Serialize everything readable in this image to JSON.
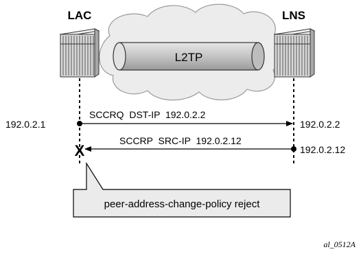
{
  "nodes": {
    "lac": {
      "label": "LAC",
      "ip": "192.0.2.1"
    },
    "lns": {
      "label": "LNS",
      "ip_1": "192.0.2.2",
      "ip_2": "192.0.2.12"
    }
  },
  "tunnel": {
    "label": "L2TP"
  },
  "messages": [
    {
      "text": "SCCRQ  DST-IP  192.0.2.2"
    },
    {
      "text": "SCCRP  SRC-IP  192.0.2.12"
    }
  ],
  "callout": {
    "text": "peer-address-change-policy reject"
  },
  "reject_mark": "X",
  "figure_id": "al_0512A",
  "colors": {
    "device_fill": "#d9d9d9",
    "cloud_fill": "#ececec",
    "tunnel_fill": "#c8c8c8",
    "callout_fill": "#ebebeb",
    "line": "#000000"
  }
}
